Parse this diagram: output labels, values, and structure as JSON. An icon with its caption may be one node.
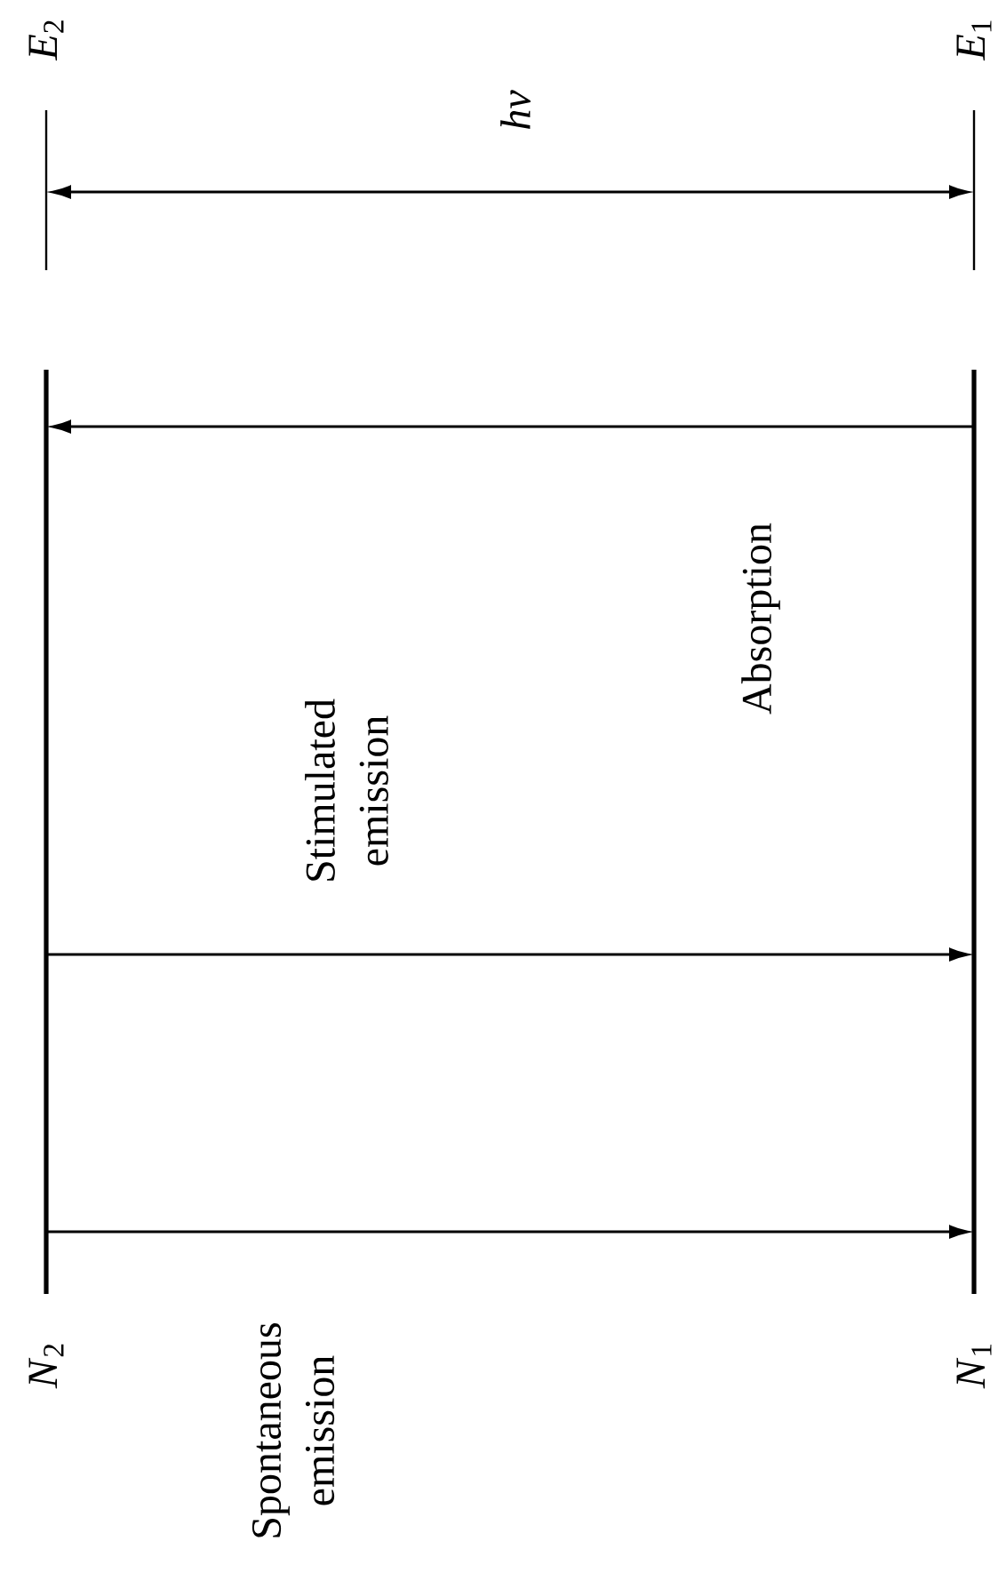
{
  "diagram": {
    "nodes": [
      {
        "text": [
          "*E*$_{2}$"
        ]
      },
      {
        "text": [
          "*E*$_{1}$"
        ]
      },
      {
        "text": [
          "*N*$_{2}$"
        ]
      },
      {
        "text": [
          "*N*$_{1}$"
        ]
      }
    ],
    "edges": [
      {
        "from": 0,
        "to": 1,
        "arrow": "both",
        "label": "hν"
      },
      {
        "from": 3,
        "to": 2,
        "arrow": "to",
        "label": "Absorption"
      },
      {
        "from": 2,
        "to": 3,
        "arrow": "to",
        "label": "Stimulated emission"
      },
      {
        "from": 2,
        "to": 3,
        "arrow": "to",
        "label": "Spontaneous emission"
      }
    ]
  }
}
